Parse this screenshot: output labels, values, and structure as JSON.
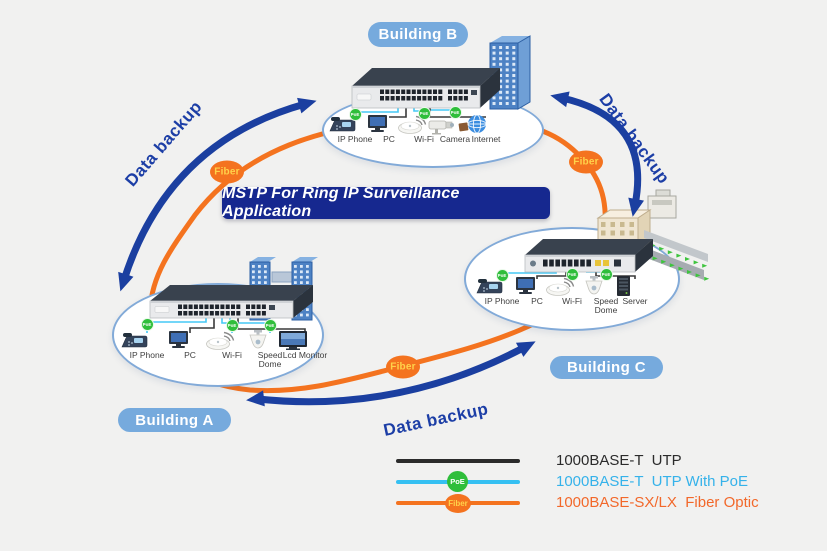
{
  "title": "MSTP For Ring IP Surveillance Application",
  "labels": {
    "fiber": "Fiber",
    "poe": "PoE",
    "data_backup": "Data backup"
  },
  "buildings": {
    "a": "Building A",
    "b": "Building B",
    "c": "Building C"
  },
  "clusters": [
    {
      "name": "building-b",
      "devices": [
        {
          "label": "IP Phone",
          "icon": "ip-phone",
          "poe": true
        },
        {
          "label": "PC",
          "icon": "pc",
          "poe": false
        },
        {
          "label": "Wi-Fi",
          "icon": "wifi-ap",
          "poe": true
        },
        {
          "label": "Camera",
          "icon": "camera",
          "poe": true
        },
        {
          "label": "Internet",
          "icon": "internet",
          "poe": false
        }
      ]
    },
    {
      "name": "building-a",
      "devices": [
        {
          "label": "IP Phone",
          "icon": "ip-phone",
          "poe": true
        },
        {
          "label": "PC",
          "icon": "pc",
          "poe": false
        },
        {
          "label": "Wi-Fi",
          "icon": "wifi-ap",
          "poe": true
        },
        {
          "label": "Speed Dome",
          "icon": "speed-dome",
          "poe": true
        },
        {
          "label": "Lcd Monitor",
          "icon": "lcd-monitor",
          "poe": false
        }
      ]
    },
    {
      "name": "building-c",
      "devices": [
        {
          "label": "IP Phone",
          "icon": "ip-phone",
          "poe": true
        },
        {
          "label": "PC",
          "icon": "pc",
          "poe": false
        },
        {
          "label": "Wi-Fi",
          "icon": "wifi-ap",
          "poe": true
        },
        {
          "label": "Speed Dome",
          "icon": "speed-dome",
          "poe": true
        },
        {
          "label": "Server",
          "icon": "server",
          "poe": false
        }
      ]
    }
  ],
  "legend": {
    "items": [
      {
        "label": "1000BASE-T  UTP",
        "line_color": "#2b2b2b",
        "text_color": "#2b2b2b",
        "badge": ""
      },
      {
        "label": "1000BASE-T  UTP With PoE",
        "line_color": "#35c0f2",
        "text_color": "#35b2ea",
        "badge": "PoE"
      },
      {
        "label": "1000BASE-SX/LX  Fiber Optic",
        "line_color": "#f4731f",
        "text_color": "#f2682a",
        "badge": "Fiber"
      }
    ]
  },
  "colors": {
    "ring_fiber": "#f4731f",
    "backup_arrow": "#1b3fa0",
    "building_pill": "#76aadd",
    "banner": "#16288f",
    "poe_green": "#2fbe3b",
    "link_poe": "#45c8f5",
    "link_utp": "#3a3a3a",
    "ellipse_border": "#82aad8"
  }
}
